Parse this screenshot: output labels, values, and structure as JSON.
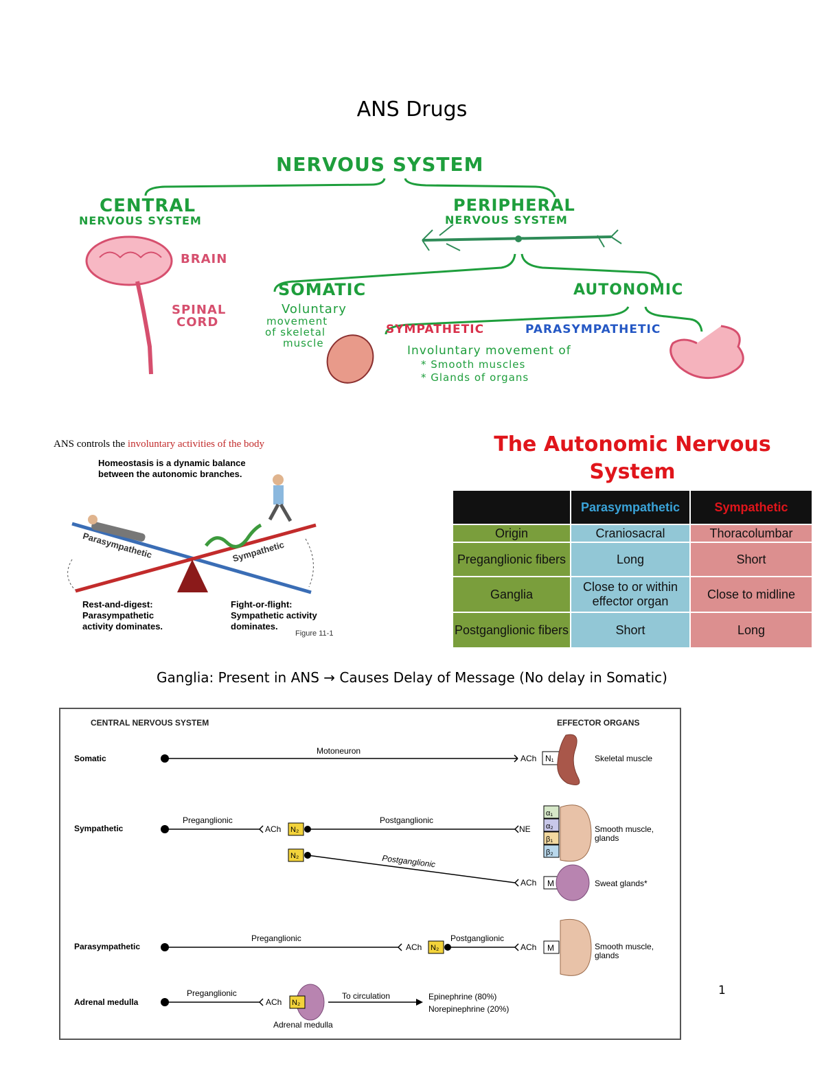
{
  "page": {
    "title": "ANS Drugs",
    "page_number": "1",
    "ganglia_note": "Ganglia: Present in ANS → Causes Delay of Message (No delay in Somatic)"
  },
  "ns_diagram": {
    "root": "NERVOUS SYSTEM",
    "central": "CENTRAL",
    "central_sub": "NERVOUS SYSTEM",
    "brain": "BRAIN",
    "spinal1": "SPINAL",
    "spinal2": "CORD",
    "peripheral": "PERIPHERAL",
    "peripheral_sub": "NERVOUS SYSTEM",
    "somatic": "SOMATIC",
    "somatic_l1": "Voluntary",
    "somatic_l2": "movement",
    "somatic_l3": "of skeletal",
    "somatic_l4": "muscle",
    "autonomic": "AUTONOMIC",
    "sympathetic": "SYMPATHETIC",
    "parasympathetic": "PARASYMPATHETIC",
    "invol_l1": "Involuntary movement of",
    "invol_l2": "* Smooth muscles",
    "invol_l3": "* Glands of organs"
  },
  "seesaw": {
    "caption_part1": "ANS controls the",
    "caption_part2": "involuntary activities of the body",
    "homeo_l1": "Homeostasis is a dynamic balance",
    "homeo_l2": "between the autonomic branches.",
    "para_label": "Parasympathetic",
    "symp_label": "Sympathetic",
    "rest_l1": "Rest-and-digest:",
    "rest_l2": "Parasympathetic",
    "rest_l3": "activity dominates.",
    "fight_l1": "Fight-or-flight:",
    "fight_l2": "Sympathetic activity",
    "fight_l3": "dominates.",
    "figure": "Figure 11-1",
    "colors": {
      "para_beam": "#3a6db5",
      "symp_beam": "#c22b2b",
      "fulcrum": "#8b1a1a",
      "snake": "#3d9a3d"
    }
  },
  "ans_table": {
    "title_l1": "The Autonomic Nervous",
    "title_l2": "System",
    "headers": [
      "",
      "Parasympathetic",
      "Sympathetic"
    ],
    "rows": [
      [
        "Origin",
        "Craniosacral",
        "Thoracolumbar"
      ],
      [
        "Preganglionic fibers",
        "Long",
        "Short"
      ],
      [
        "Ganglia",
        "Close to or within effector organ",
        "Close to midline"
      ],
      [
        "Postganglionic fibers",
        "Short",
        "Long"
      ]
    ],
    "colors": {
      "green": "#7a9e3c",
      "blue": "#92c7d6",
      "red": "#dc8f8f",
      "header": "#111111"
    }
  },
  "pathway": {
    "cns_label": "CENTRAL NERVOUS SYSTEM",
    "effector_label": "EFFECTOR ORGANS",
    "somatic": "Somatic",
    "motoneuron": "Motoneuron",
    "sympathetic": "Sympathetic",
    "parasympathetic": "Parasympathetic",
    "adrenal": "Adrenal medulla",
    "preganglionic": "Preganglionic",
    "postganglionic": "Postganglionic",
    "ach": "ACh",
    "ne": "NE",
    "n1": "N₁",
    "n2": "N₂",
    "m": "M",
    "alpha1": "α₁",
    "alpha2": "α₂",
    "beta1": "β₁",
    "beta2": "β₂",
    "skeletal": "Skeletal muscle",
    "smooth1": "Smooth muscle,",
    "smooth2": "glands",
    "sweat": "Sweat glands*",
    "to_circ": "To circulation",
    "epi": "Epinephrine (80%)",
    "norepi": "Norepinephrine (20%)",
    "adrenal_organ": "Adrenal medulla"
  }
}
